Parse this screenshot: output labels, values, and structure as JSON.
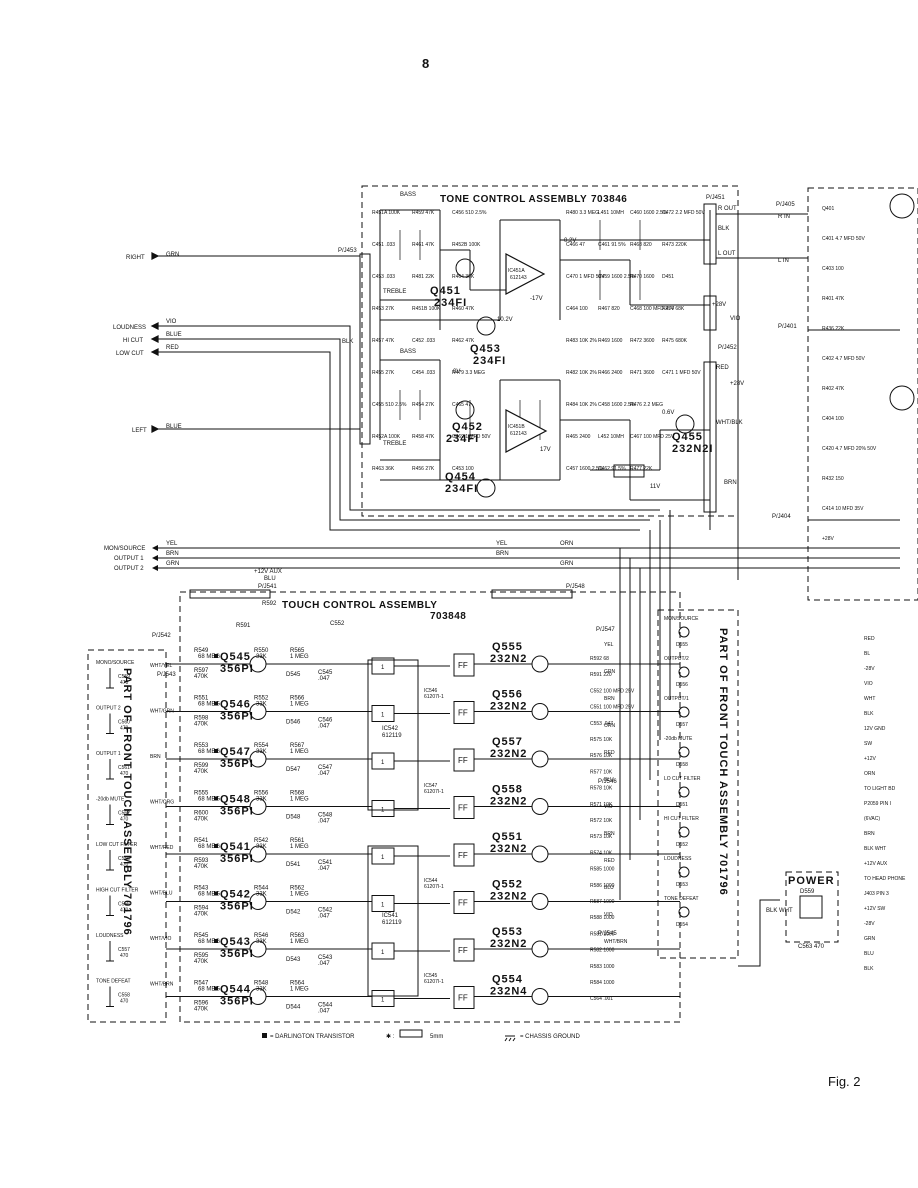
{
  "page_number": "8",
  "figure_label": "Fig. 2",
  "tone_control": {
    "title": "TONE CONTROL ASSEMBLY",
    "part_no": "703846",
    "bass_a": "BASS",
    "bass_b": "BASS",
    "treble_a": "TREBLE",
    "treble_b": "TREBLE",
    "transistors": [
      {
        "ref": "Q451",
        "type": "234FI"
      },
      {
        "ref": "Q453",
        "type": "234FI"
      },
      {
        "ref": "Q452",
        "type": "234FI"
      },
      {
        "ref": "Q454",
        "type": "234FI"
      },
      {
        "ref": "Q455",
        "type": "232N2I"
      }
    ],
    "ics": [
      {
        "ref": "IC451A",
        "type": "612143"
      },
      {
        "ref": "IC451B",
        "type": "612143"
      }
    ],
    "parts": [
      "R451A 100K",
      "C451 .033",
      "C453 .033",
      "R453 27K",
      "R457 47K",
      "R455 27K",
      "C455 510 2.5%",
      "R452A 100K",
      "R463 36K",
      "R459 47K",
      "R461 47K",
      "R481 22K",
      "R451B 100K",
      "C452 .033",
      "C454 .033",
      "R454 27K",
      "R458 47K",
      "R456 27K",
      "C456 510 2.5%",
      "R452B 100K",
      "R464 36K",
      "R460 47K",
      "R462 47K",
      "R479 3.3 MEG",
      "C465 47",
      "C469 1 MFD 50V",
      "C453 100",
      "R480 3.3 MEG",
      "C466 47",
      "C470 1 MFD 50V",
      "C464 100",
      "R483 10K 2%",
      "R482 10K 2%",
      "R484 10K 2%",
      "R465 2400",
      "C457 1600 2.5%",
      "L451 10MH",
      "C461 91 5%",
      "C459 1600 2.5%",
      "R467 820",
      "R469 1600",
      "R466 2400",
      "C458 1600 2.5%",
      "L452 10MH",
      "C462 91 5%",
      "C460 1600 2.5%",
      "R468 820",
      "R470 1600",
      "C468 100 MFD 25V",
      "R472 3600",
      "R471 3600",
      "R476 2.2 MEG",
      "C467 100 MFD 25V",
      "R477 22K",
      "C472 2.2 MFD 50V",
      "R473 220K",
      "D451",
      "R474 68K",
      "R475 680K",
      "C471 1 MFD 50V"
    ]
  },
  "left_inputs": [
    {
      "label": "RIGHT",
      "color": "GRN"
    },
    {
      "label": "LOUDNESS",
      "color": "VIO"
    },
    {
      "label": "HI CUT",
      "color": "BLUE"
    },
    {
      "label": "LOW CUT",
      "color": "RED"
    },
    {
      "label": "LEFT",
      "color": "BLUE"
    }
  ],
  "outputs": [
    {
      "label": "MON/SOURCE",
      "color": "YEL"
    },
    {
      "label": "OUTPUT 1",
      "color": "BRN"
    },
    {
      "label": "OUTPUT 2",
      "color": "GRN"
    }
  ],
  "connectors": {
    "p453": "P/J453",
    "p451": "P/J451",
    "p452": "P/J452",
    "p405": "P/J405",
    "p401": "P/J401",
    "p404": "P/J404",
    "p541": "P/J541",
    "p542": "P/J542",
    "p543": "P/J543",
    "p545": "P/J545",
    "p546": "P/J546",
    "p547": "P/J547",
    "p548": "P/J548",
    "r_out": "R OUT",
    "l_out": "L OUT",
    "r_in": "R IN",
    "l_in": "L IN",
    "blk": "BLK",
    "vio": "VIO",
    "red": "RED",
    "plus28": "+28V",
    "minus28": "-28V",
    "plus12": "+12V",
    "plus12aux": "+12V AUX",
    "minus02": "-0.2V",
    "plus102": "10.2V",
    "minus17": "-17V",
    "v17": "17V",
    "ov": "0V",
    "v11": "11V",
    "v06": "0.6V",
    "wht_blk": "WHT/BLK",
    "brn": "BRN",
    "orn": "ORN",
    "grn": "GRN",
    "yel": "YEL",
    "blu": "BLU",
    "blue": "BLUE"
  },
  "touch_control": {
    "title": "TOUCH CONTROL ASSEMBLY",
    "part_no": "703848",
    "darlingtons": [
      {
        "ref": "Q545",
        "type": "356PI"
      },
      {
        "ref": "Q546",
        "type": "356PI"
      },
      {
        "ref": "Q547",
        "type": "356PI"
      },
      {
        "ref": "Q548",
        "type": "356PI"
      },
      {
        "ref": "Q541",
        "type": "356PI"
      },
      {
        "ref": "Q542",
        "type": "356PI"
      },
      {
        "ref": "Q543",
        "type": "356PI"
      },
      {
        "ref": "Q544",
        "type": "356PI"
      }
    ],
    "input_res": [
      {
        "ref": "R549",
        "val": "68 MEG"
      },
      {
        "ref": "R551",
        "val": "68 MEG"
      },
      {
        "ref": "R553",
        "val": "68 MEG"
      },
      {
        "ref": "R555",
        "val": "68 MEG"
      },
      {
        "ref": "R541",
        "val": "68 MEG"
      },
      {
        "ref": "R543",
        "val": "68 MEG"
      },
      {
        "ref": "R545",
        "val": "68 MEG"
      },
      {
        "ref": "R547",
        "val": "68 MEG"
      }
    ],
    "pull_res": [
      {
        "ref": "R597",
        "val": "470K"
      },
      {
        "ref": "R598",
        "val": "470K"
      },
      {
        "ref": "R599",
        "val": "470K"
      },
      {
        "ref": "R600",
        "val": "470K"
      },
      {
        "ref": "R593",
        "val": "470K"
      },
      {
        "ref": "R594",
        "val": "470K"
      },
      {
        "ref": "R595",
        "val": "470K"
      },
      {
        "ref": "R596",
        "val": "470K"
      }
    ],
    "emitter_res": [
      {
        "ref": "R550",
        "val": "33K"
      },
      {
        "ref": "R552",
        "val": "33K"
      },
      {
        "ref": "R554",
        "val": "33K"
      },
      {
        "ref": "R556",
        "val": "33K"
      },
      {
        "ref": "R542",
        "val": "33K"
      },
      {
        "ref": "R544",
        "val": "33K"
      },
      {
        "ref": "R546",
        "val": "33K"
      },
      {
        "ref": "R548",
        "val": "33K"
      }
    ],
    "meg_res": [
      {
        "ref": "R565",
        "val": "1 MEG"
      },
      {
        "ref": "R566",
        "val": "1 MEG"
      },
      {
        "ref": "R567",
        "val": "1 MEG"
      },
      {
        "ref": "R568",
        "val": "1 MEG"
      },
      {
        "ref": "R561",
        "val": "1 MEG"
      },
      {
        "ref": "R562",
        "val": "1 MEG"
      },
      {
        "ref": "R563",
        "val": "1 MEG"
      },
      {
        "ref": "R564",
        "val": "1 MEG"
      }
    ],
    "diodes": [
      "D545",
      "D546",
      "D547",
      "D548",
      "D541",
      "D542",
      "D543",
      "D544"
    ],
    "caps": [
      {
        "ref": "C545",
        "val": ".047"
      },
      {
        "ref": "C546",
        "val": ".047"
      },
      {
        "ref": "C547",
        "val": ".047"
      },
      {
        "ref": "C548",
        "val": ".047"
      },
      {
        "ref": "C541",
        "val": ".047"
      },
      {
        "ref": "C542",
        "val": ".047"
      },
      {
        "ref": "C543",
        "val": ".047"
      },
      {
        "ref": "C544",
        "val": ".047"
      }
    ],
    "ics": [
      {
        "ref": "IC542",
        "type": "612119"
      },
      {
        "ref": "IC541",
        "type": "612119"
      },
      {
        "ref": "IC546",
        "type": "61207I-1"
      },
      {
        "ref": "IC547",
        "type": "61207I-1"
      },
      {
        "ref": "IC544",
        "type": "61207I-1"
      },
      {
        "ref": "IC545",
        "type": "61207I-1"
      }
    ],
    "output_transistors": [
      {
        "ref": "Q555",
        "type": "232N2"
      },
      {
        "ref": "Q556",
        "type": "232N2"
      },
      {
        "ref": "Q557",
        "type": "232N2"
      },
      {
        "ref": "Q558",
        "type": "232N2"
      },
      {
        "ref": "Q551",
        "type": "232N2"
      },
      {
        "ref": "Q552",
        "type": "232N2"
      },
      {
        "ref": "Q553",
        "type": "232N2"
      },
      {
        "ref": "Q554",
        "type": "232N4"
      }
    ],
    "other_parts": [
      "R592 68",
      "R591 220",
      "C552 100 MFD 25V",
      "C551 100 MFD 25V",
      "C553 .047",
      "R575 10K",
      "R576 10K",
      "R577 10K",
      "R578 10K",
      "R571 10K",
      "R572 10K",
      "R573 10K",
      "R574 10K",
      "R585 1000",
      "R586 1000",
      "R587 1000",
      "R588 1000",
      "R581 1000",
      "R582 1000",
      "R583 1000",
      "R584 1000",
      "C564 .001"
    ],
    "ff": "FF",
    "gate": "1"
  },
  "front_touch_left": {
    "title": "PART OF FRONT TOUCH ASSEMBLY 701796",
    "buttons": [
      {
        "label": "MONO/SOURCE",
        "cap": "C559",
        "val": "470"
      },
      {
        "label": "OUTPUT 2",
        "cap": "C560",
        "val": "470"
      },
      {
        "label": "OUTPUT 1",
        "cap": "C561",
        "val": "470"
      },
      {
        "label": "-20db MUTE",
        "cap": "C562",
        "val": "470"
      },
      {
        "label": "LOW CUT FILTER",
        "cap": "C555",
        "val": "470"
      },
      {
        "label": "HIGH CUT FILTER",
        "cap": "C556",
        "val": "470"
      },
      {
        "label": "LOUDNESS",
        "cap": "C557",
        "val": "470"
      },
      {
        "label": "TONE DEFEAT",
        "cap": "C558",
        "val": "470"
      }
    ],
    "wires": [
      "WHT/YEL",
      "WHT/GRN",
      "BRN",
      "WHT/ORG",
      "WHT/RED",
      "WHT/BLU",
      "WHT/VIO",
      "WHT/BRN"
    ]
  },
  "front_touch_right": {
    "title": "PART OF FRONT TOUCH ASSEMBLY 701796",
    "leds": [
      {
        "label": "MON/SOURCE",
        "ref": "D555"
      },
      {
        "label": "OUTPUT/2",
        "ref": "D556"
      },
      {
        "label": "OUTPUT/1",
        "ref": "D557"
      },
      {
        "label": "-20db MUTE",
        "ref": "D558"
      },
      {
        "label": "LO CUT FILTER",
        "ref": "D551"
      },
      {
        "label": "HI CUT FILTER",
        "ref": "D552"
      },
      {
        "label": "LOUDNESS",
        "ref": "D553"
      },
      {
        "label": "TONE DEFEAT",
        "ref": "D554"
      }
    ],
    "wires": [
      "YEL",
      "GRN",
      "BRN",
      "ORN",
      "RED",
      "BLU",
      "VIO",
      "BRN",
      "RED",
      "BLU",
      "VIO",
      "WHT/BRN"
    ]
  },
  "power": {
    "title": "POWER",
    "led": "D559",
    "cap": "C563 470",
    "wire": "BLK WHT"
  },
  "right_edge": {
    "items": [
      "Q401",
      "C401 4.7 MFD 50V",
      "C403 100",
      "R401 47K",
      "R436 22K",
      "C402 4.7 MFD 50V",
      "R402 47K",
      "C404 100",
      "C420 4.7 MFD 20% 50V",
      "R432 150",
      "C414 10 MFD 35V",
      "+28V",
      "RED",
      "BL",
      "-28V",
      "VIO",
      "WHT",
      "BLK",
      "12V GND",
      "SW",
      "+12V",
      "ORN",
      "TO LIGHT BD",
      "P2059 PIN I",
      "(6VAC)",
      "BRN",
      "BLK WHT",
      "+12V AUX",
      "TO HEAD PHONE",
      "J403 PIN 3",
      "+12V SW",
      "-28V",
      "GRN",
      "BLU",
      "BLK"
    ]
  },
  "legend": {
    "darlington": "= DARLINGTON TRANSISTOR",
    "size": "5mm",
    "chassis": "= CHASSIS GROUND"
  }
}
